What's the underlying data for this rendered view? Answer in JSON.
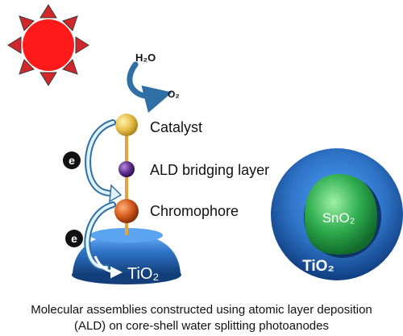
{
  "labels": {
    "water": "H₂O",
    "oxygen": "O₂",
    "catalyst": "Catalyst",
    "bridging": "ALD bridging layer",
    "chromophore": "Chromophore",
    "electron": "e",
    "tio2_left": "TiO₂",
    "sno2": "SnO₂",
    "tio2_right": "TiO₂"
  },
  "caption": {
    "line1": "Molecular assemblies constructed using atomic layer deposition",
    "line2": "(ALD) on core-shell water splitting photoanodes"
  },
  "colors": {
    "sun_fill": "#ff1a1a",
    "sun_rays": "#d3262b",
    "arrow_blue": "#2f6fa6",
    "catalyst": "#e6c04a",
    "bridging": "#5b2a86",
    "chromophore": "#d65a1e",
    "tether": "#e8a23a",
    "tio2_blue": "#2e73c6",
    "sno2_green": "#2fae4f"
  }
}
